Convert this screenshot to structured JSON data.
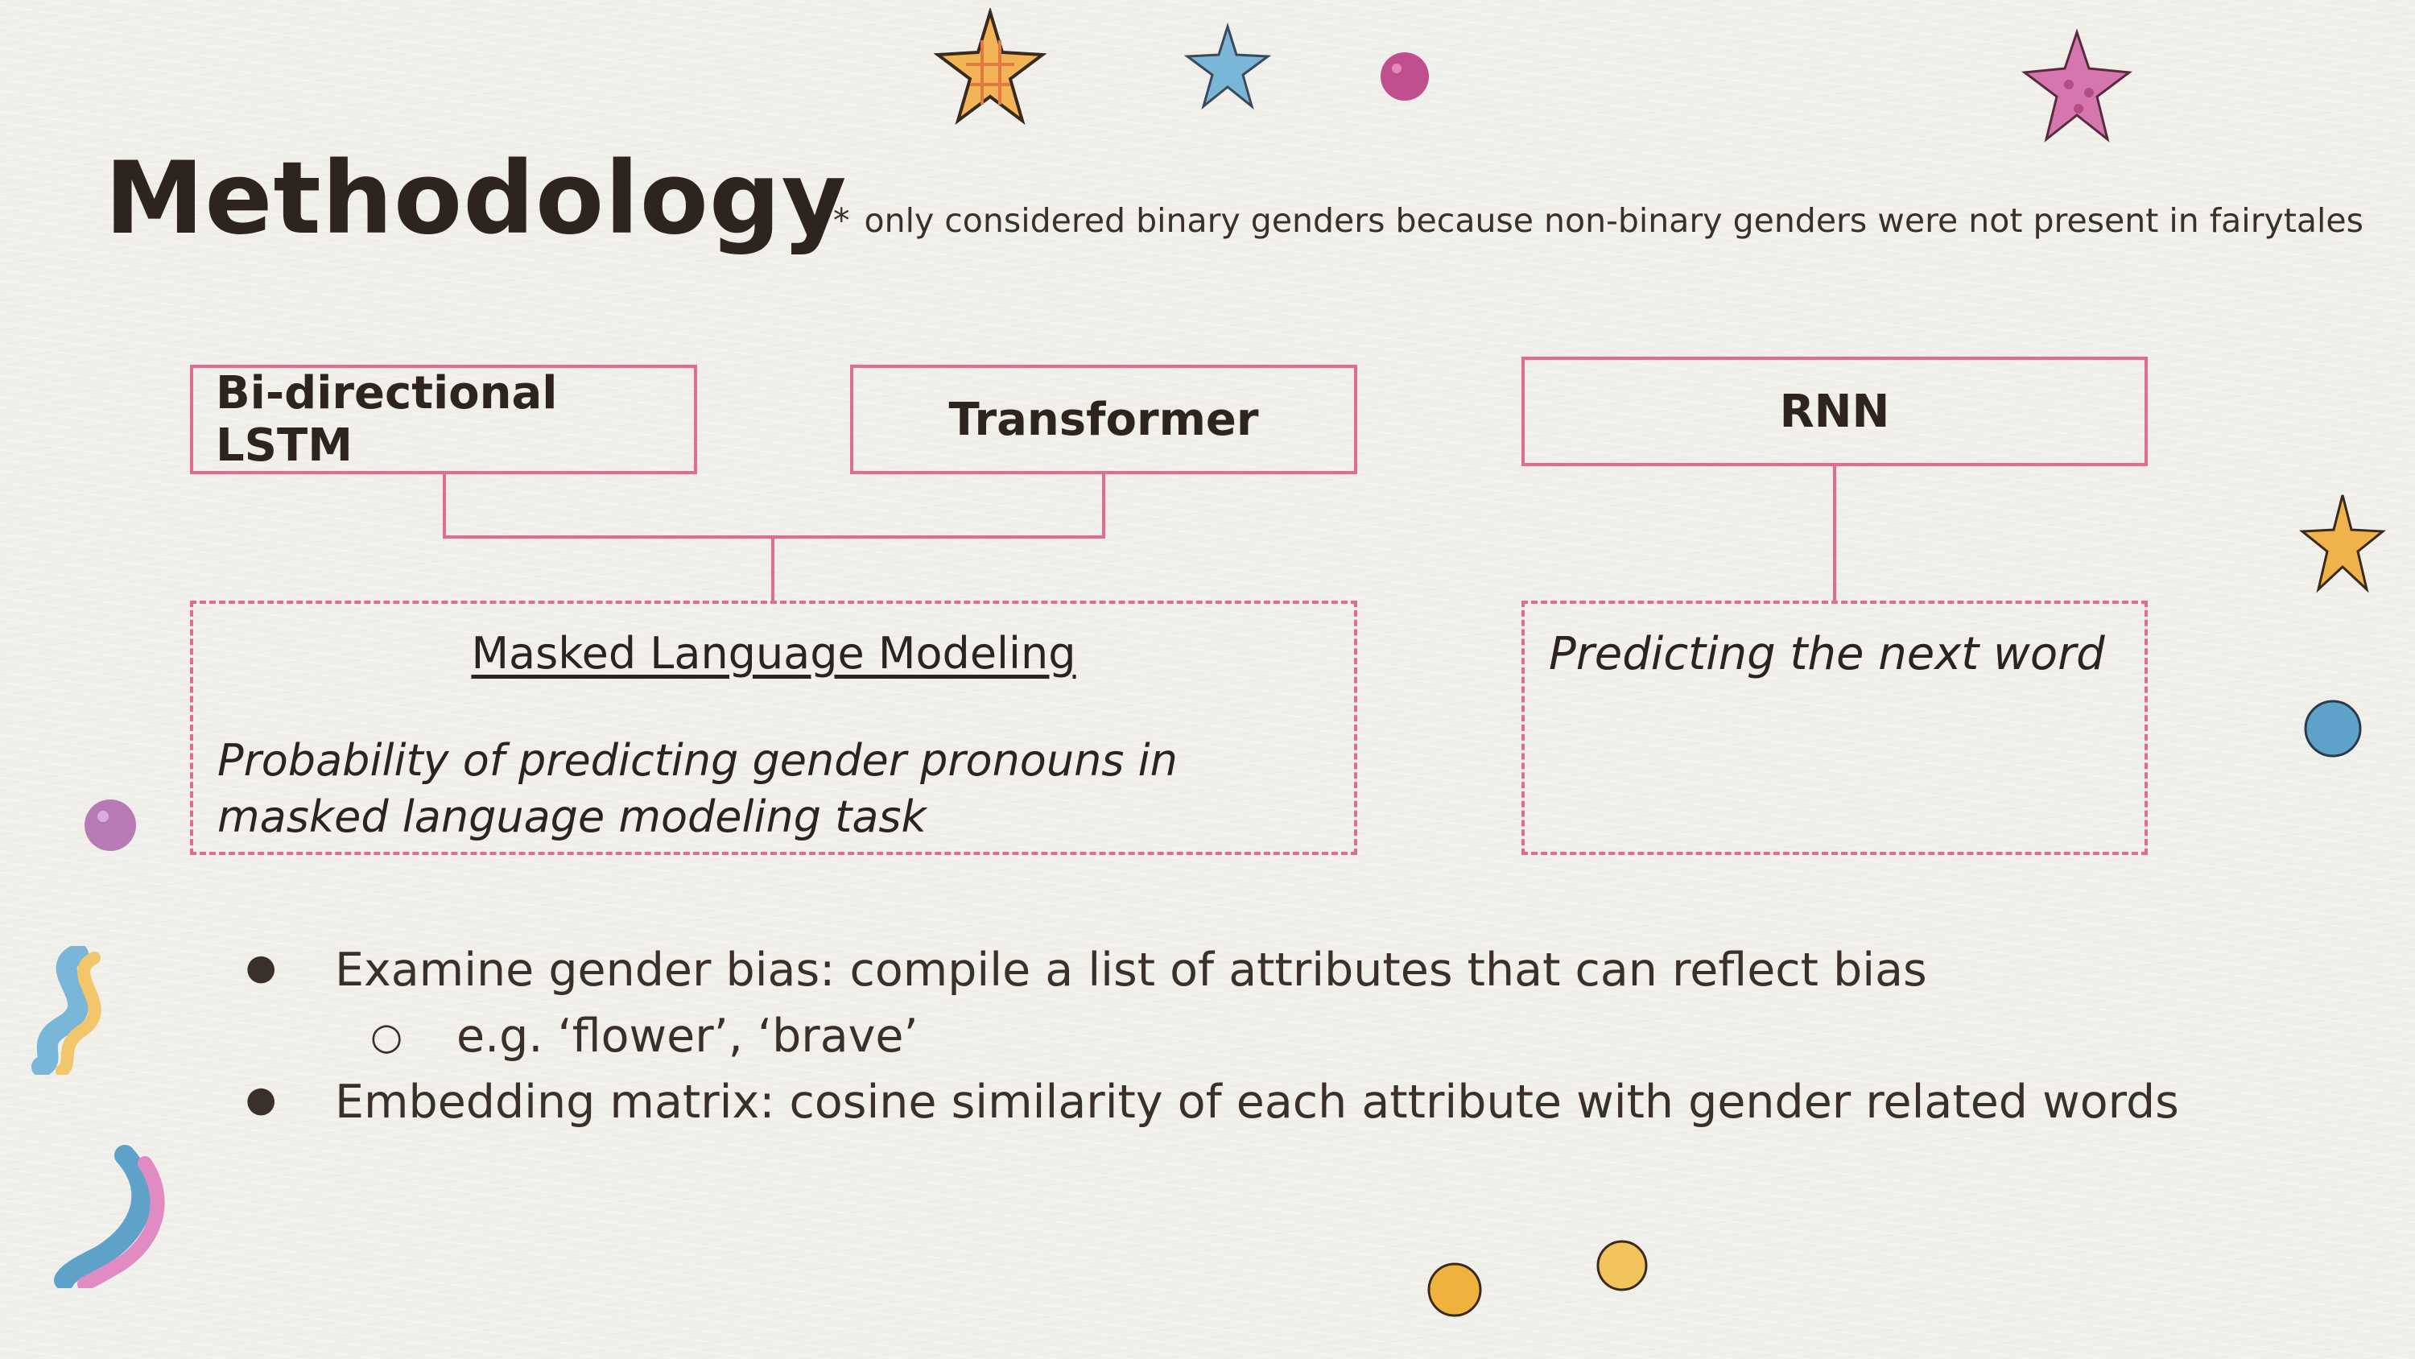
{
  "slide": {
    "title": "Methodology",
    "footnote_marker": "*",
    "footnote": "only considered binary genders because non-binary genders were not present in fairytales"
  },
  "diagram": {
    "left_models": [
      "Bi-directional LSTM",
      "Transformer"
    ],
    "right_model": "RNN",
    "mlm_heading": "Masked Language Modeling",
    "mlm_description_line1": "Probability of predicting gender pronouns in",
    "mlm_description_line2": "masked language modeling task",
    "rnn_description": "Predicting the next word"
  },
  "bullets": {
    "item1": "Examine gender bias: compile a list of attributes that can reflect bias",
    "item1_sub": "e.g. ‘flower’, ‘brave’",
    "item2": "Embedding matrix: cosine similarity of each attribute with gender related words",
    "marker": "●",
    "sub_marker": "○"
  },
  "colors": {
    "accent_pink": "#e36a93",
    "text_dark": "#2e241f",
    "background": "#f1efea"
  },
  "decorations": [
    "star-orange",
    "star-blue",
    "star-pink",
    "star-orange-right",
    "dot-pink",
    "dot-blue",
    "dot-purple",
    "dot-yellow",
    "dot-yellow-2",
    "squiggle-blue-yellow",
    "squiggle-blue-pink"
  ]
}
